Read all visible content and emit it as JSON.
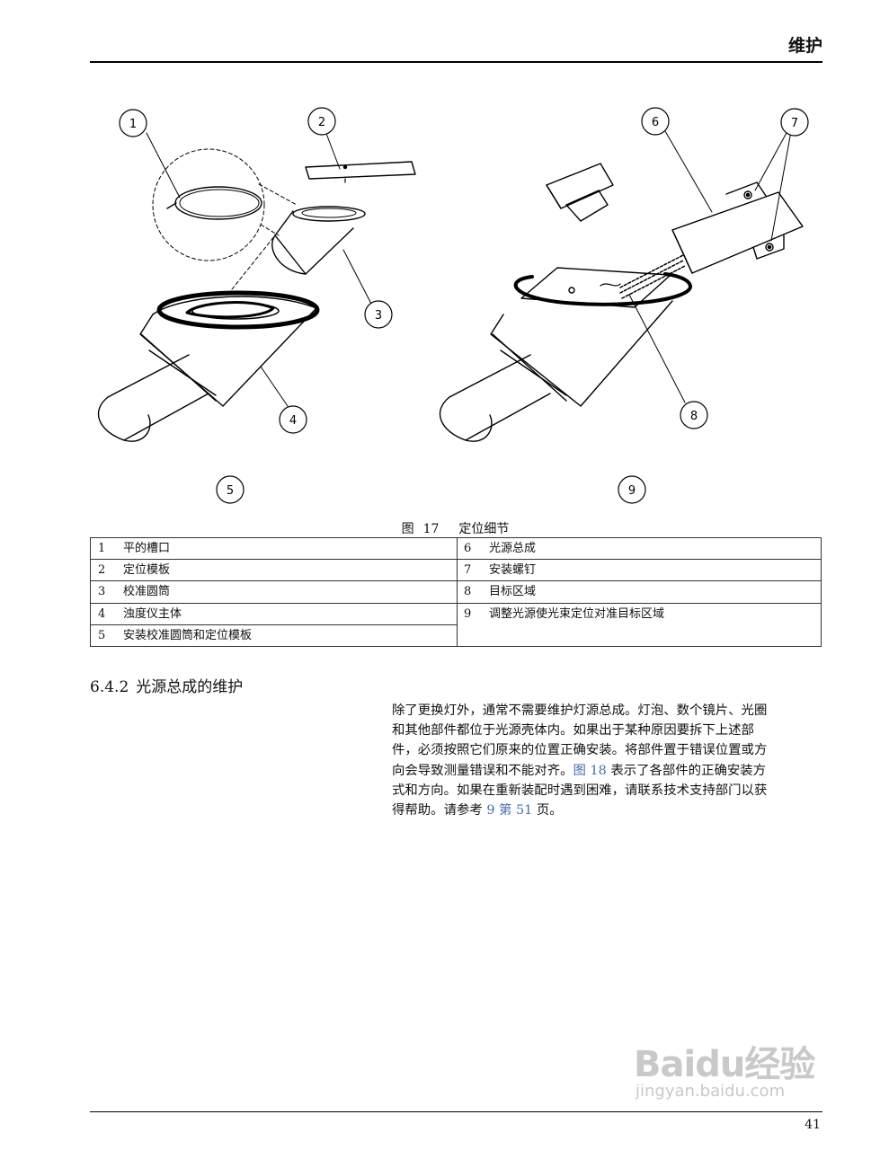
{
  "header": {
    "title": "维护"
  },
  "figure": {
    "callouts": [
      "1",
      "2",
      "3",
      "4",
      "5",
      "6",
      "7",
      "8",
      "9"
    ],
    "caption_prefix": "图",
    "caption_number": "17",
    "caption_text": "定位细节"
  },
  "legend": {
    "left": [
      {
        "num": "1",
        "text": "平的槽口"
      },
      {
        "num": "2",
        "text": "定位模板"
      },
      {
        "num": "3",
        "text": "校准圆筒"
      },
      {
        "num": "4",
        "text": "浊度仪主体"
      },
      {
        "num": "5",
        "text": "安装校准圆筒和定位模板"
      }
    ],
    "right": [
      {
        "num": "6",
        "text": "光源总成"
      },
      {
        "num": "7",
        "text": "安装螺钉"
      },
      {
        "num": "8",
        "text": "目标区域"
      },
      {
        "num": "9",
        "text": "调整光源使光束定位对准目标区域"
      }
    ]
  },
  "section": {
    "number": "6.4.2",
    "title": "光源总成的维护"
  },
  "body": {
    "line1": "除了更换灯外，通常不需要维护灯源总成。灯泡、数个镜片、光圈",
    "line2": "和其他部件都位于光源壳体内。如果出于某种原因要拆下上述部",
    "line3": "件，必须按照它们原来的位置正确安装。将部件置于错误位置或方",
    "line4_pre": "向会导致测量错误和不能对齐。",
    "line4_link": "图 18",
    "line4_post": " 表示了各部件的正确安装方",
    "line5": "式和方向。如果在重新装配时遇到困难，请联系技术支持部门以获",
    "line6_pre": "得帮助。请参考 ",
    "line6_link": "9 第 51",
    "line6_post": " 页。"
  },
  "footer": {
    "page_number": "41"
  },
  "watermark": {
    "logo": "Baidu经验",
    "url": "jingyan.baidu.com"
  }
}
